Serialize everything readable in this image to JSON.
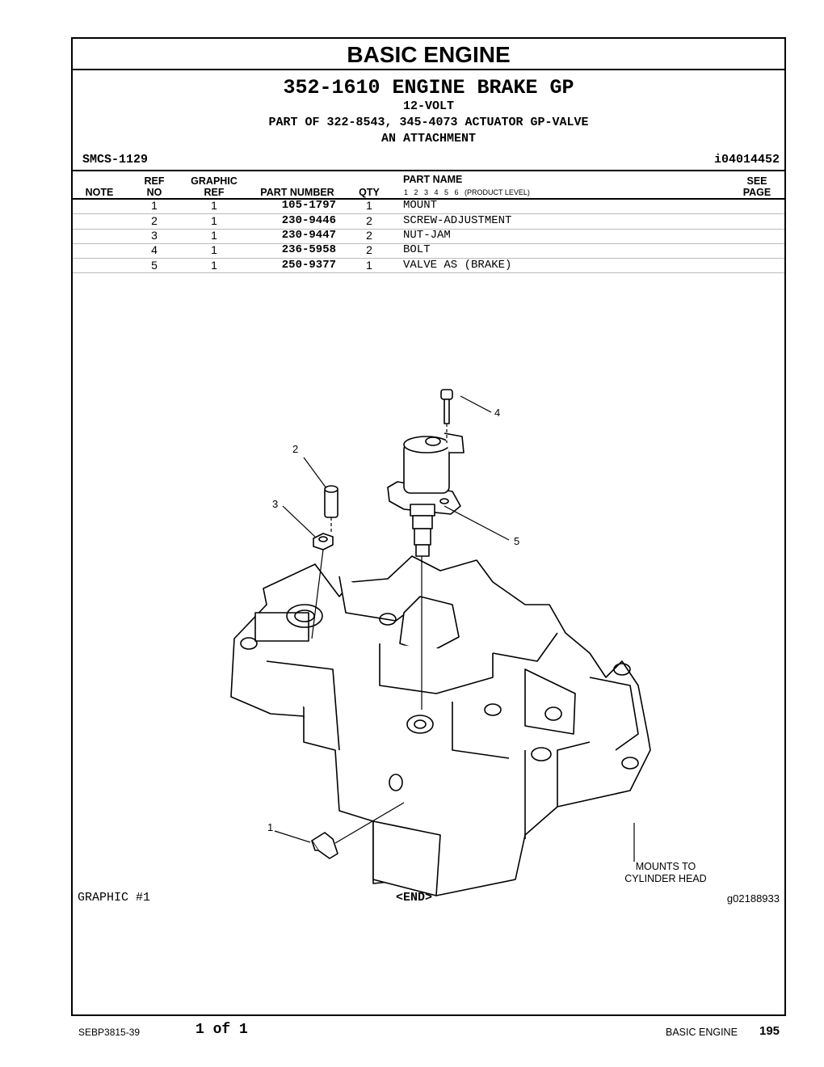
{
  "section_title": "BASIC ENGINE",
  "group_title": "352-1610 ENGINE BRAKE GP",
  "subtitle_lines": [
    "12-VOLT",
    "PART OF 322-8543, 345-4073 ACTUATOR GP-VALVE",
    "AN ATTACHMENT"
  ],
  "smcs": "SMCS-1129",
  "ident": "i04014452",
  "columns": {
    "note": "NOTE",
    "ref_top": "REF",
    "ref_bottom": "NO",
    "graphic_top": "GRAPHIC",
    "graphic_bottom": "REF",
    "part_number": "PART NUMBER",
    "qty": "QTY",
    "part_name": "PART NAME",
    "product_level": "1   2   3   4   5   6   (PRODUCT LEVEL)",
    "see_top": "SEE",
    "see_bottom": "PAGE"
  },
  "rows": [
    {
      "ref": "1",
      "graphic": "1",
      "part_number": "105-1797",
      "qty": "1",
      "name": "MOUNT"
    },
    {
      "ref": "2",
      "graphic": "1",
      "part_number": "230-9446",
      "qty": "2",
      "name": "SCREW-ADJUSTMENT"
    },
    {
      "ref": "3",
      "graphic": "1",
      "part_number": "230-9447",
      "qty": "2",
      "name": "NUT-JAM"
    },
    {
      "ref": "4",
      "graphic": "1",
      "part_number": "236-5958",
      "qty": "2",
      "name": "BOLT"
    },
    {
      "ref": "5",
      "graphic": "1",
      "part_number": "250-9377",
      "qty": "1",
      "name": "VALVE AS (BRAKE)"
    }
  ],
  "callouts": {
    "c1": "1",
    "c2": "2",
    "c3": "3",
    "c4": "4",
    "c5": "5",
    "mounts_line1": "MOUNTS TO",
    "mounts_line2": "CYLINDER HEAD"
  },
  "graphic_label": "GRAPHIC #1",
  "end_label": "<END>",
  "graphic_id": "g02188933",
  "footer": {
    "doc": "SEBP3815-39",
    "pages": "1 of 1",
    "section": "BASIC ENGINE",
    "page_number": "195"
  }
}
